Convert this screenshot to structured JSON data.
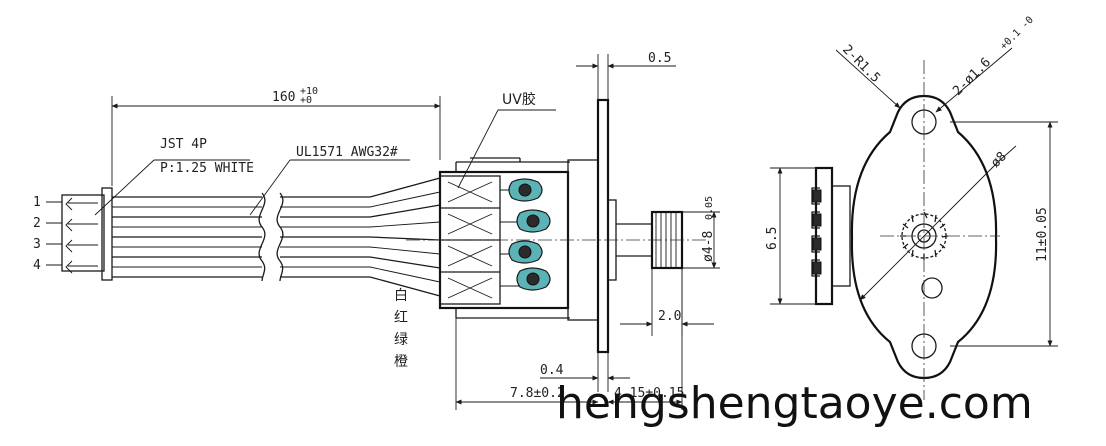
{
  "dims": {
    "cable_length": "160",
    "cable_length_tol_upper": "+10",
    "cable_length_tol_lower": "+0",
    "flange_thickness": "0.5",
    "plate_gap": "0.4",
    "body_length": "7.8±0.2",
    "shaft_length": "4.15±0.15",
    "pinion_length": "2.0",
    "pinion_dia": "ø4-8",
    "pinion_dia_tol": "0.05",
    "height_side": "6.5",
    "mount_radius": "2-R1.5",
    "mount_holes": "2-ø1.6",
    "mount_holes_tol": "+0.1 -0",
    "motor_dia": "ø8",
    "mount_span": "11±0.05"
  },
  "labels": {
    "connector": "JST 4P",
    "pitch": "P:1.25 WHITE",
    "wire_spec": "UL1571 AWG32#",
    "uv_glue": "UV胶",
    "pin_numbers": [
      "1",
      "2",
      "3",
      "4"
    ],
    "wire_colors": [
      "白",
      "红",
      "绿",
      "橙"
    ]
  },
  "watermark": "hengshengtaoye.com",
  "colors": {
    "accent": "#5bb3b6",
    "line": "#1a1a1a"
  }
}
